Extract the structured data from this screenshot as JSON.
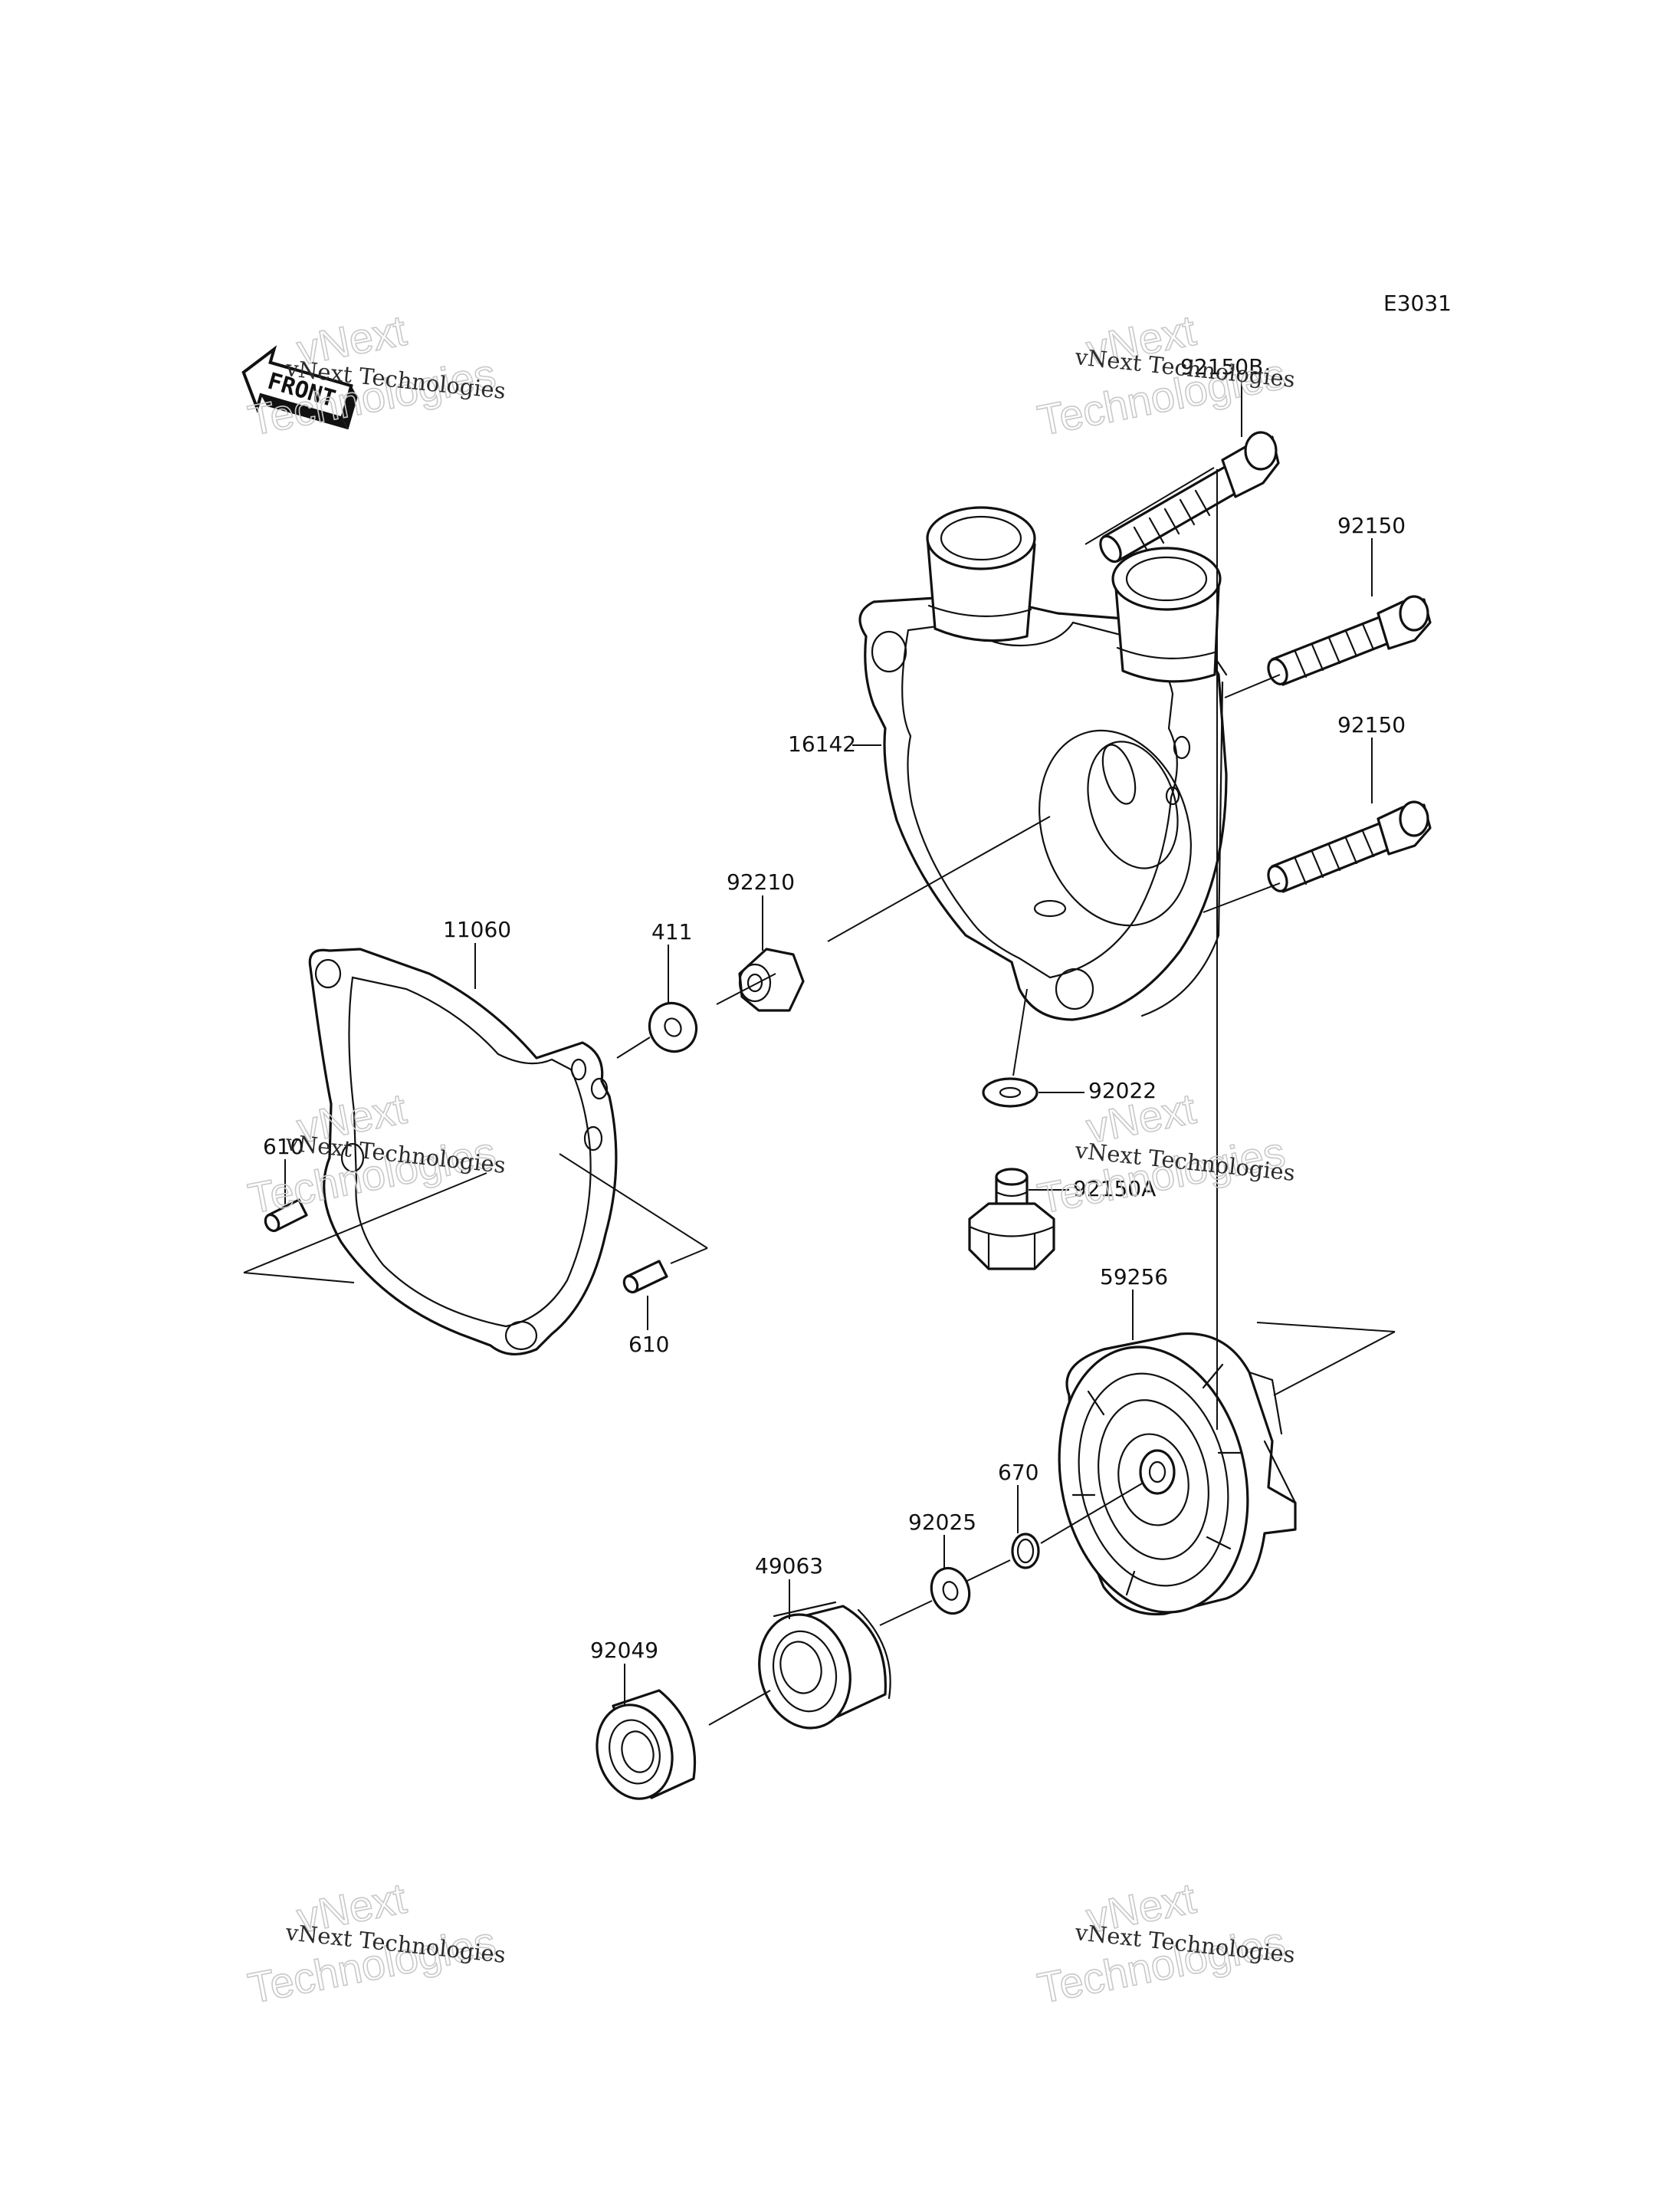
{
  "diagram_code": "E3031",
  "front_label": "FRONT",
  "watermark": {
    "line1": "vNext",
    "line2": "Technologies",
    "full": "vNext Technologies"
  },
  "parts": {
    "p92150B": "92150B",
    "p92150_upper": "92150",
    "p92150_lower": "92150",
    "p16142": "16142",
    "p92210": "92210",
    "p11060": "11060",
    "p411": "411",
    "p610_left": "610",
    "p610_bottom": "610",
    "p92022": "92022",
    "p92150A": "92150A",
    "p59256": "59256",
    "p670": "670",
    "p92025": "92025",
    "p49063": "49063",
    "p92049": "92049"
  }
}
